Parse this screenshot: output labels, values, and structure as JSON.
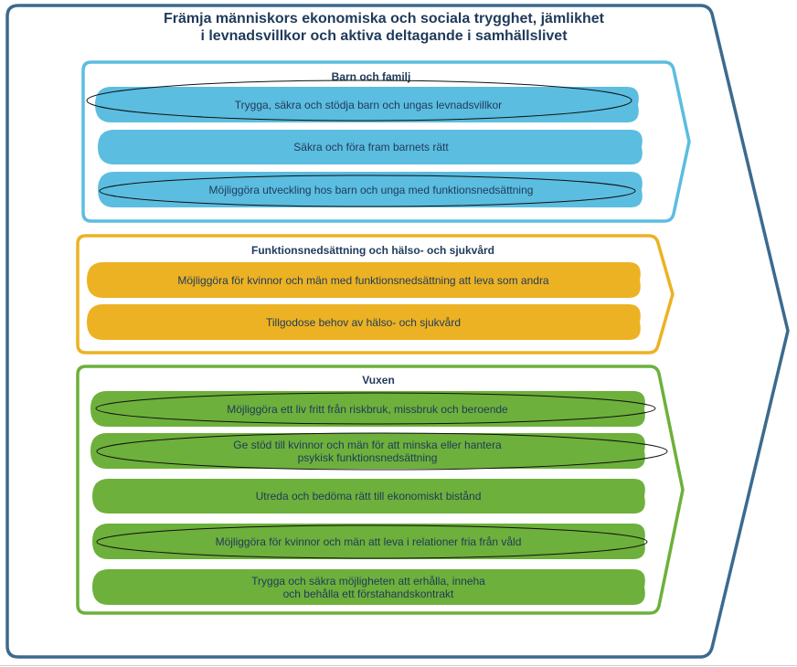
{
  "title_line1": "Främja människors ekonomiska och sociala trygghet, jämlikhet",
  "title_line2": "i levnadsvillkor och aktiva deltagande i samhällslivet",
  "colors": {
    "outer_border": "#3b6a8f",
    "title_text": "#1f3a5a",
    "blue": "#5bbde0",
    "orange": "#ecb223",
    "green": "#6db03b"
  },
  "sections": [
    {
      "title": "Barn och familj",
      "items": [
        {
          "line1": "Trygga, säkra och stödja barn och ungas levnadsvillkor",
          "line2": "",
          "circled": true
        },
        {
          "line1": "Säkra och föra fram barnets rätt",
          "line2": "",
          "circled": false
        },
        {
          "line1": "Möjliggöra utveckling hos barn och unga med funktionsnedsättning",
          "line2": "",
          "circled": true
        }
      ]
    },
    {
      "title": "Funktionsnedsättning och hälso- och sjukvård",
      "items": [
        {
          "line1": "Möjliggöra för kvinnor och män med funktionsnedsättning att leva som andra",
          "line2": "",
          "circled": false
        },
        {
          "line1": "Tillgodose behov av hälso- och sjukvård",
          "line2": "",
          "circled": false
        }
      ]
    },
    {
      "title": "Vuxen",
      "items": [
        {
          "line1": "Möjliggöra ett liv fritt från riskbruk, missbruk och beroende",
          "line2": "",
          "circled": true
        },
        {
          "line1": "Ge stöd till kvinnor och män för att minska eller hantera",
          "line2": "psykisk funktionsnedsättning",
          "circled": true
        },
        {
          "line1": "Utreda och bedöma rätt till ekonomiskt bistånd",
          "line2": "",
          "circled": false
        },
        {
          "line1": "Möjliggöra för kvinnor och män att leva i relationer fria från våld",
          "line2": "",
          "circled": true
        },
        {
          "line1": "Trygga och säkra möjligheten att erhålla, inneha",
          "line2": "och behålla ett förstahandskontrakt",
          "circled": false
        }
      ]
    }
  ]
}
